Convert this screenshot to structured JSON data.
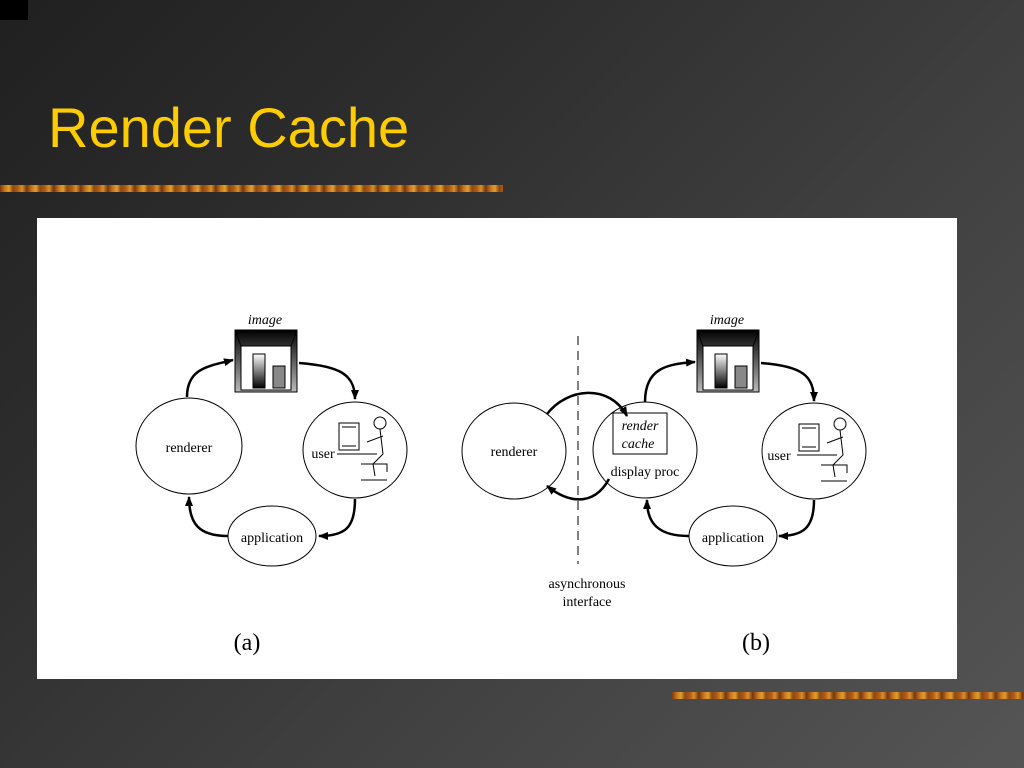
{
  "slide": {
    "title": "Render Cache"
  },
  "diagram_a": {
    "image_label": "image",
    "renderer_label": "renderer",
    "user_label": "user",
    "application_label": "application",
    "caption": "(a)"
  },
  "diagram_b": {
    "image_label": "image",
    "renderer_label": "renderer",
    "render_cache_line1": "render",
    "render_cache_line2": "cache",
    "display_proc_label": "display proc",
    "user_label": "user",
    "application_label": "application",
    "async_line1": "asynchronous",
    "async_line2": "interface",
    "caption": "(b)"
  },
  "colors": {
    "title": "#ffcc00",
    "panel": "#ffffff",
    "stroke": "#000000"
  }
}
